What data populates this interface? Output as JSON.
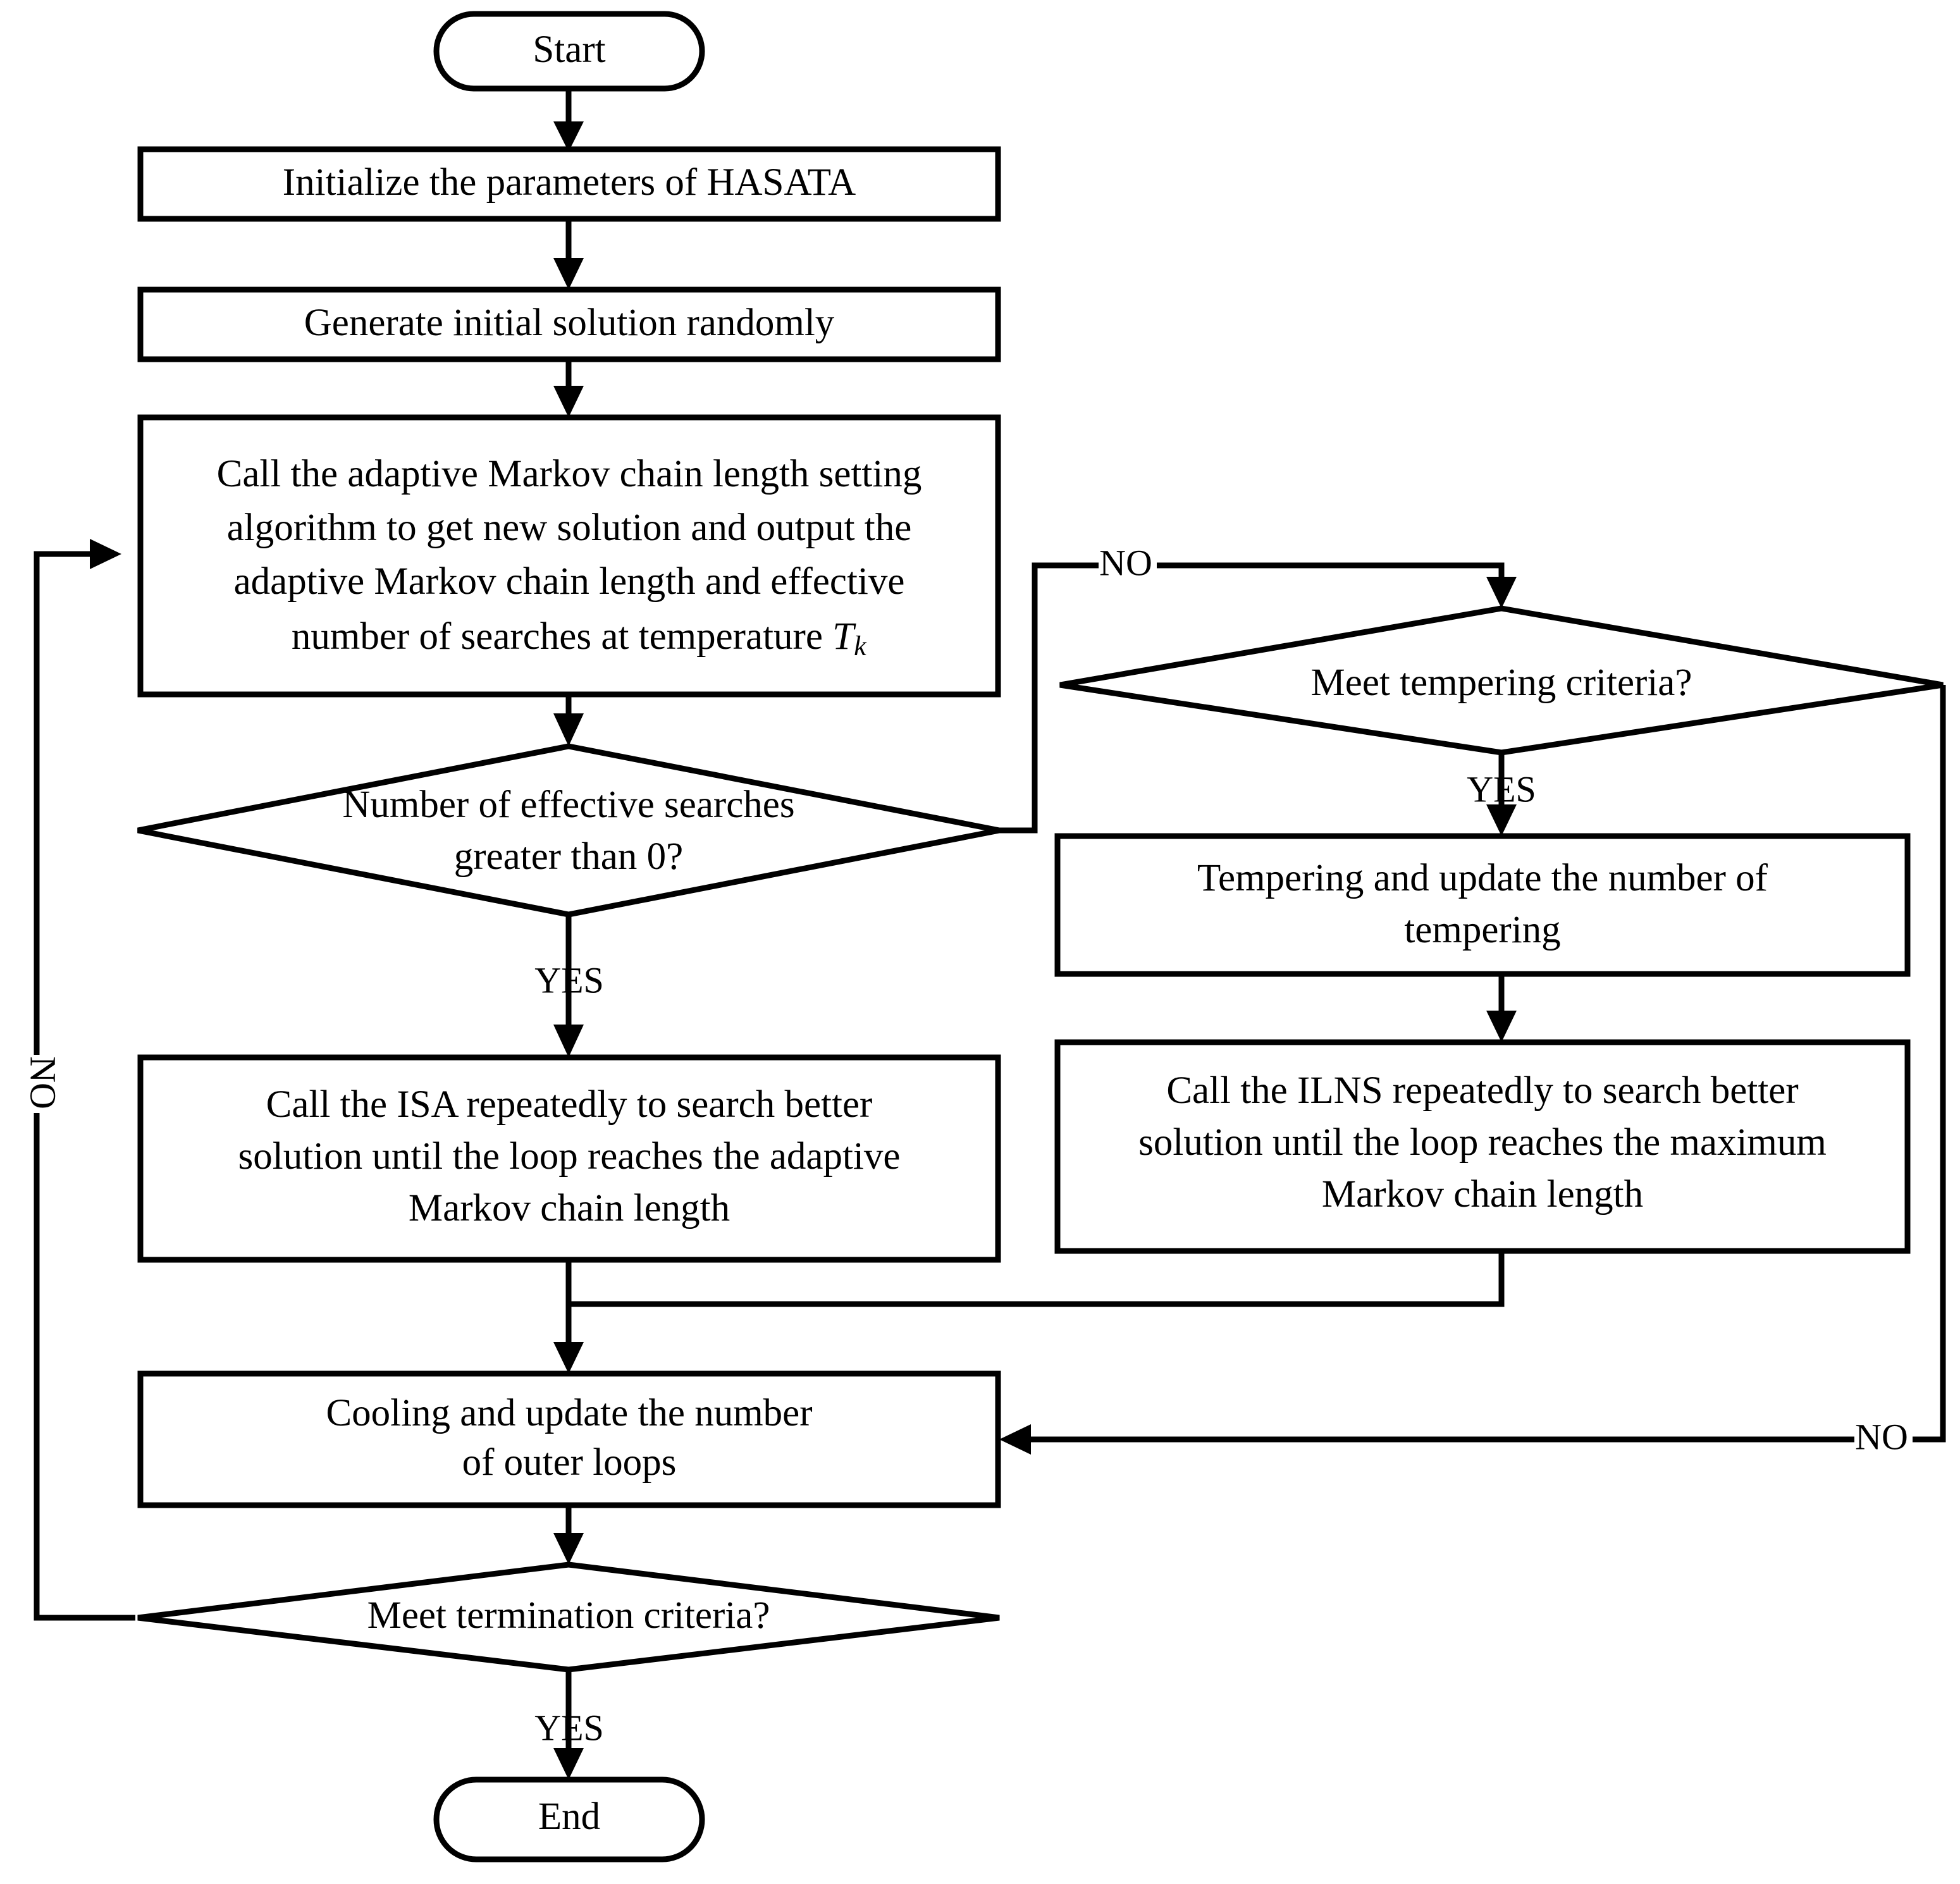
{
  "diagram": {
    "title": "HASATA algorithm flowchart",
    "type": "flowchart",
    "background_color": "#ffffff",
    "line_color": "#000000",
    "text_color": "#000000"
  },
  "nodes": {
    "start": {
      "shape": "terminator",
      "label": "Start"
    },
    "init": {
      "shape": "process",
      "label": "Initialize the parameters of HASATA"
    },
    "generate": {
      "shape": "process",
      "label": "Generate initial solution randomly"
    },
    "markov": {
      "shape": "process",
      "line1": "Call the adaptive Markov chain length setting",
      "line2": "algorithm to get new solution and output the",
      "line3": "adaptive Markov chain length and effective",
      "line4_prefix": "number of searches at temperature ",
      "line4_var": "T",
      "line4_sub": "k"
    },
    "effective_searches": {
      "shape": "decision",
      "line1": "Number of effective searches",
      "line2": "greater than 0?"
    },
    "isa": {
      "shape": "process",
      "line1": "Call the ISA repeatedly to search better",
      "line2": "solution until the loop reaches the adaptive",
      "line3": "Markov chain length"
    },
    "tempering_criteria": {
      "shape": "decision",
      "label": "Meet tempering criteria?"
    },
    "tempering": {
      "shape": "process",
      "line1": "Tempering and update the number of",
      "line2": "tempering"
    },
    "ilns": {
      "shape": "process",
      "line1": "Call the ILNS repeatedly to search better",
      "line2": "solution until the loop reaches the maximum",
      "line3": "Markov chain length"
    },
    "cooling": {
      "shape": "process",
      "line1": "Cooling and update the number",
      "line2": "of outer loops"
    },
    "termination": {
      "shape": "decision",
      "label": "Meet termination criteria?"
    },
    "end": {
      "shape": "terminator",
      "label": "End"
    }
  },
  "edge_labels": {
    "effective_searches_yes": "YES",
    "effective_searches_no": "NO",
    "tempering_yes": "YES",
    "tempering_no": "NO",
    "termination_yes": "YES",
    "termination_no": "NO"
  }
}
